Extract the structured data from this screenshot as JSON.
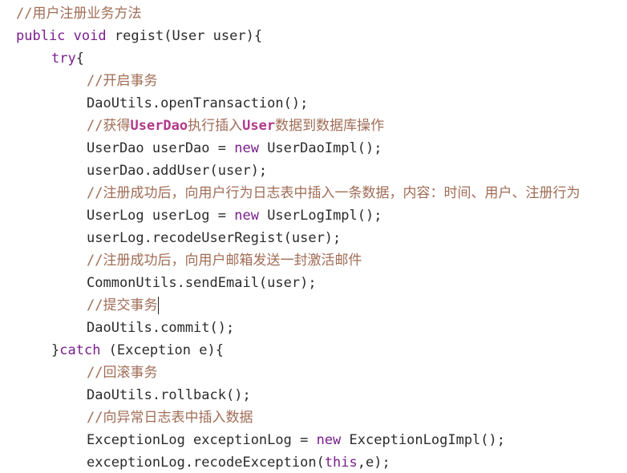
{
  "code_lines": [
    {
      "segments": [
        {
          "text": "//用户注册业务方法",
          "style": "comment"
        }
      ]
    },
    {
      "segments": [
        {
          "text": "public",
          "style": "keyword"
        },
        {
          "text": " ",
          "style": "plain"
        },
        {
          "text": "void",
          "style": "keyword"
        },
        {
          "text": " regist(User user){",
          "style": "plain"
        }
      ]
    },
    {
      "segments": [
        {
          "text": "try",
          "style": "keyword"
        },
        {
          "text": "{",
          "style": "plain"
        }
      ]
    },
    {
      "segments": [
        {
          "text": "//开启事务",
          "style": "comment"
        }
      ]
    },
    {
      "segments": [
        {
          "text": "DaoUtils.openTransaction();",
          "style": "plain"
        }
      ]
    },
    {
      "segments": [
        {
          "text": "//获得",
          "style": "comment"
        },
        {
          "text": "UserDao",
          "style": "comment-hl"
        },
        {
          "text": "执行插入",
          "style": "comment"
        },
        {
          "text": "User",
          "style": "comment-hl"
        },
        {
          "text": "数据到数据库操作",
          "style": "comment"
        }
      ]
    },
    {
      "segments": [
        {
          "text": "UserDao userDao = ",
          "style": "plain"
        },
        {
          "text": "new",
          "style": "keyword"
        },
        {
          "text": " UserDaoImpl();",
          "style": "plain"
        }
      ]
    },
    {
      "segments": [
        {
          "text": "userDao.addUser(user);",
          "style": "plain"
        }
      ]
    },
    {
      "segments": [
        {
          "text": "//注册成功后，向用户行为日志表中插入一条数据，内容：时间、用户、注册行为",
          "style": "comment"
        }
      ]
    },
    {
      "segments": [
        {
          "text": "UserLog userLog = ",
          "style": "plain"
        },
        {
          "text": "new",
          "style": "keyword"
        },
        {
          "text": " UserLogImpl();",
          "style": "plain"
        }
      ]
    },
    {
      "segments": [
        {
          "text": "userLog.recodeUserRegist(user);",
          "style": "plain"
        }
      ]
    },
    {
      "segments": [
        {
          "text": "//注册成功后，向用户邮箱发送一封激活邮件",
          "style": "comment"
        }
      ]
    },
    {
      "segments": [
        {
          "text": "CommonUtils.sendEmail(user);",
          "style": "plain"
        }
      ]
    },
    {
      "segments": [
        {
          "text": "//提交事务",
          "style": "comment"
        }
      ],
      "caret": true
    },
    {
      "segments": [
        {
          "text": "DaoUtils.commit();",
          "style": "plain"
        }
      ]
    },
    {
      "segments": [
        {
          "text": "}",
          "style": "plain"
        },
        {
          "text": "catch",
          "style": "keyword"
        },
        {
          "text": " (Exception e){",
          "style": "plain"
        }
      ]
    },
    {
      "segments": [
        {
          "text": "//回滚事务",
          "style": "comment"
        }
      ]
    },
    {
      "segments": [
        {
          "text": "DaoUtils.rollback();",
          "style": "plain"
        }
      ]
    },
    {
      "segments": [
        {
          "text": "//向异常日志表中插入数据",
          "style": "comment"
        }
      ]
    },
    {
      "segments": [
        {
          "text": "ExceptionLog exceptionLog = ",
          "style": "plain"
        },
        {
          "text": "new",
          "style": "keyword"
        },
        {
          "text": " ExceptionLogImpl();",
          "style": "plain"
        }
      ]
    },
    {
      "segments": [
        {
          "text": "exceptionLog.recodeException(",
          "style": "plain"
        },
        {
          "text": "this",
          "style": "keyword"
        },
        {
          "text": ",e);",
          "style": "plain"
        }
      ]
    }
  ]
}
